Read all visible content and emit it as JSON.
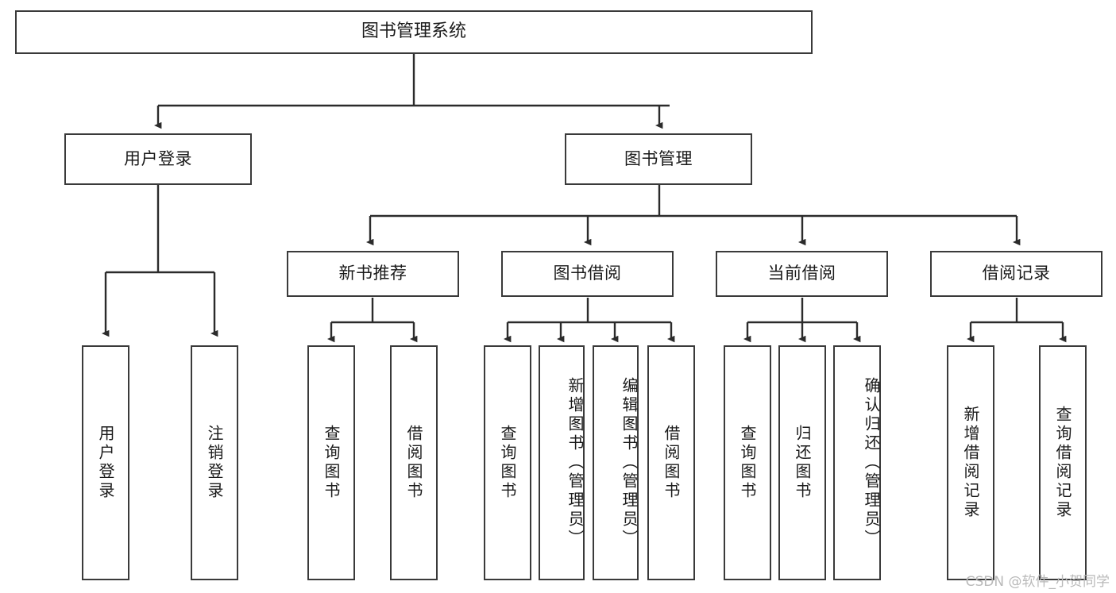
{
  "diagram": {
    "type": "tree-hierarchy-chart",
    "title": "图书管理系统",
    "colors": {
      "box_border": "#3a3a3a",
      "box_fill": "#ffffff",
      "edge": "#2b2b2b",
      "text": "#1b1b1b",
      "watermark": "#b9b9b9",
      "background": "#ffffff"
    },
    "root": {
      "label": "图书管理系统"
    },
    "level2": [
      {
        "label": "用户登录"
      },
      {
        "label": "图书管理"
      }
    ],
    "level3": [
      {
        "label": "新书推荐"
      },
      {
        "label": "图书借阅"
      },
      {
        "label": "当前借阅"
      },
      {
        "label": "借阅记录"
      }
    ],
    "leaves": {
      "user_login": [
        {
          "label": "用户登录"
        },
        {
          "label": "注销登录"
        }
      ],
      "new_book_recommend": [
        {
          "label": "查询图书"
        },
        {
          "label": "借阅图书"
        }
      ],
      "book_borrow": [
        {
          "label": "查询图书"
        },
        {
          "label": "新增图书（管理员）"
        },
        {
          "label": "编辑图书（管理员）"
        },
        {
          "label": "借阅图书"
        }
      ],
      "current_borrow": [
        {
          "label": "查询图书"
        },
        {
          "label": "归还图书"
        },
        {
          "label": "确认归还（管理员）"
        }
      ],
      "borrow_record": [
        {
          "label": "新增借阅记录"
        },
        {
          "label": "查询借阅记录"
        }
      ]
    }
  },
  "watermark": {
    "text": "CSDN @软件_小贺同学"
  }
}
